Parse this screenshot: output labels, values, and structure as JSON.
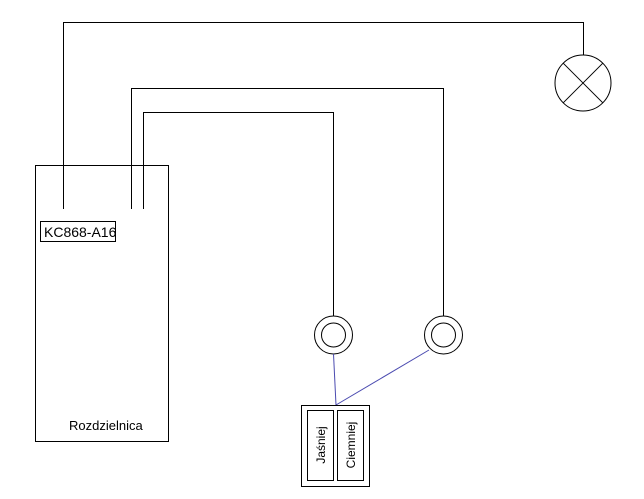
{
  "diagram": {
    "device_label": "KC868-A16",
    "panel_label": "Rozdzielnica",
    "switch_brighter": "Jaśniej",
    "switch_darker": "Ciemniej"
  },
  "colors": {
    "wire": "#000000",
    "signal_wire": "#4b4bb0",
    "background": "#ffffff"
  },
  "icons": [
    "lamp-icon",
    "push-button-icon",
    "push-button-icon"
  ]
}
